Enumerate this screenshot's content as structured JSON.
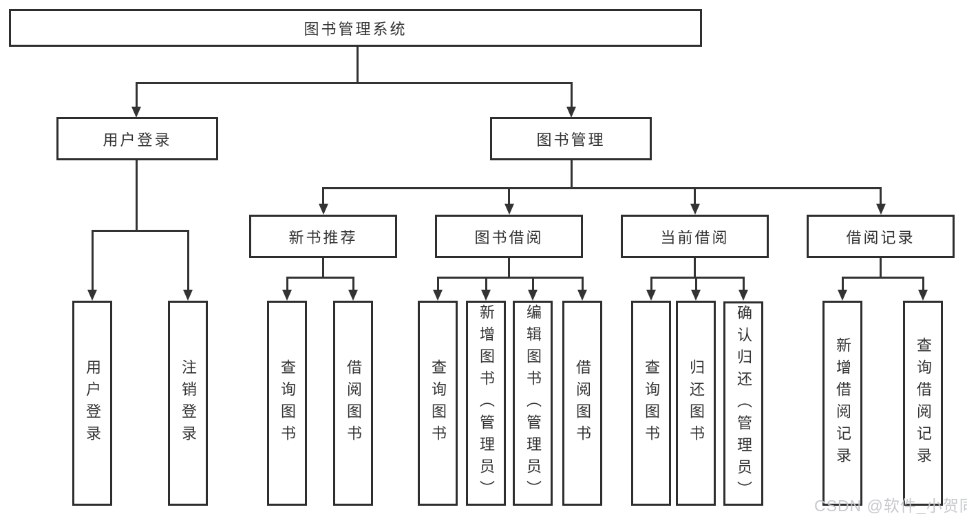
{
  "diagram": {
    "root": {
      "label": "图书管理系统"
    },
    "branches": {
      "user_login": {
        "label": "用户登录",
        "children": {
          "login": "用户登录",
          "logout": "注销登录"
        }
      },
      "book_mgmt": {
        "label": "图书管理",
        "groups": {
          "new_books": {
            "label": "新书推荐",
            "children": {
              "query": "查询图书",
              "borrow": "借阅图书"
            }
          },
          "borrowing": {
            "label": "图书借阅",
            "children": {
              "query": "查询图书",
              "add": "新增图书（管理员）",
              "edit": "编辑图书（管理员）",
              "borrow": "借阅图书"
            }
          },
          "current": {
            "label": "当前借阅",
            "children": {
              "query": "查询图书",
              "return": "归还图书",
              "confirm": "确认归还（管理员）"
            }
          },
          "records": {
            "label": "借阅记录",
            "children": {
              "add": "新增借阅记录",
              "query": "查询借阅记录"
            }
          }
        }
      }
    }
  },
  "watermark": {
    "text": "CSDN @软件_小贺同学"
  }
}
